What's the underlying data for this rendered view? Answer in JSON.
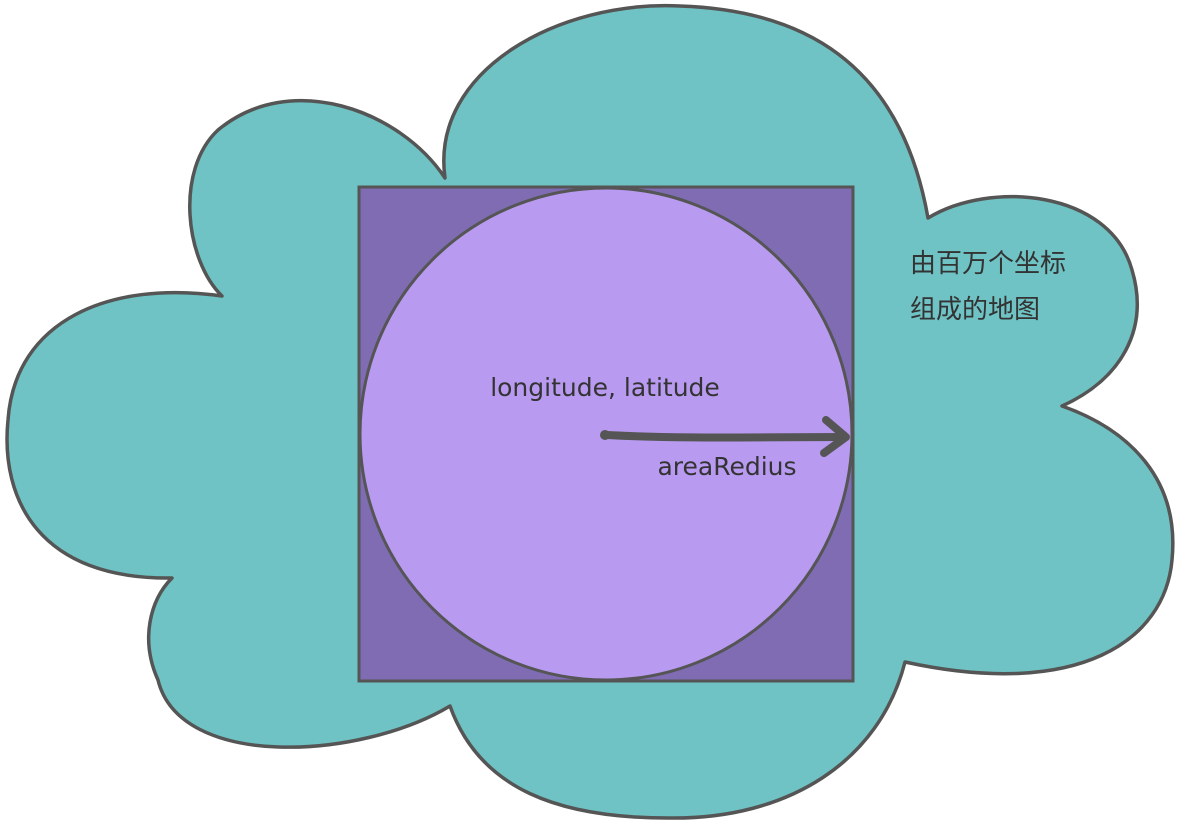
{
  "labels": {
    "center": "longitude, latitude",
    "radius": "areaRedius",
    "note_line1": "由百万个坐标",
    "note_line2": "组成的地图"
  },
  "colors": {
    "cloud_fill": "#6fc3c4",
    "square_fill": "#806cb3",
    "circle_fill": "#b89bf0",
    "outline": "#555555",
    "text": "#333333"
  }
}
